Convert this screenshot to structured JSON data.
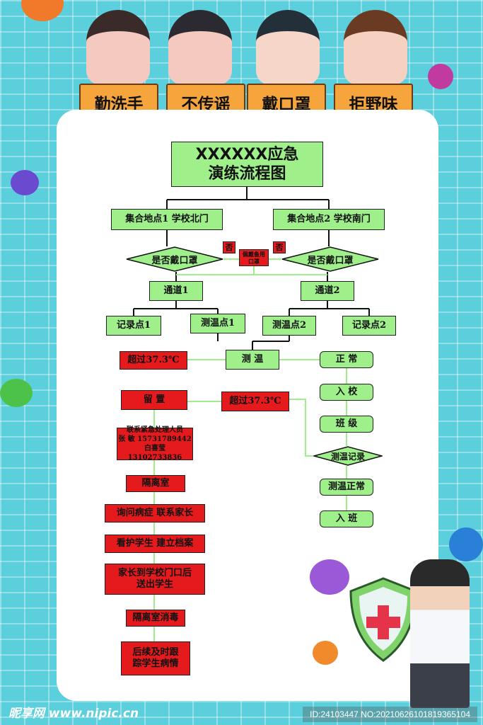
{
  "banners": [
    "勤洗手",
    "不传谣",
    "戴口罩",
    "拒野味"
  ],
  "title": {
    "line1": "XXXXXX应急",
    "line2": "演练流程图"
  },
  "assembly": [
    "集合地点1 学校北门",
    "集合地点2 学校南门"
  ],
  "mask_check": "是否戴口罩",
  "no": "否",
  "spare_mask": "佩戴备用口罩",
  "channels": [
    "通道1",
    "通道2"
  ],
  "points": {
    "record1": "记录点1",
    "temp1": "测温点1",
    "temp2": "测温点2",
    "record2": "记录点2"
  },
  "measure": "测 温",
  "over_temp": "超过37.3℃",
  "normal": "正 常",
  "detain": "留 置",
  "contact": {
    "line1": "联系紧急处理人员",
    "line2": "张 敏 15731789442",
    "line3": "白喜莹13102733836"
  },
  "enter_school": "入 校",
  "class": "班 级",
  "temp_record": "测温记录",
  "temp_normal": "测温正常",
  "enter_class": "入 班",
  "isolation": "隔离室",
  "ask": "询问病症 联系家长",
  "care": "看护学生 建立档案",
  "parent": "家长到学校门口后送出学生",
  "disinfect": "隔离室消毒",
  "follow": "后续及时跟踪学生病情",
  "watermark": "昵享网 www.nipic.cn",
  "image_id": "ID:24103447 NO:20210626101819365104",
  "colors": {
    "green": "#9ff08a",
    "red": "#e51a1c",
    "banner": "#f5a53c",
    "bg": "#5ccfdc"
  }
}
